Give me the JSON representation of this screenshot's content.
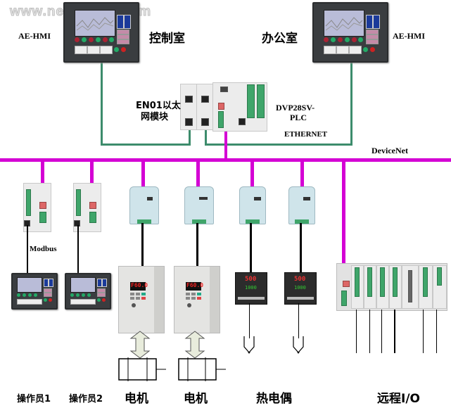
{
  "watermark": "www.newmaker.com",
  "top": {
    "left_hmi_label": "AE-HMI",
    "left_room_label": "控制室",
    "right_room_label": "办公室",
    "right_hmi_label": "AE-HMI"
  },
  "plc": {
    "ethernet_module_label_line1": "EN01以太",
    "ethernet_module_label_line2": "网模块",
    "plc_label_line1": "DVP28SV-",
    "plc_label_line2": "PLC",
    "ethernet_label": "ETHERNET"
  },
  "bus": {
    "devicenet_label": "DeviceNet",
    "modbus_label": "Modbus"
  },
  "devices": {
    "drive_display": "F60.0",
    "temp_controller_pv": "500",
    "temp_controller_sv": "1000"
  },
  "bottom_labels": {
    "operator1": "操作员1",
    "operator2": "操作员2",
    "motor1": "电机",
    "motor2": "电机",
    "thermocouple": "热电偶",
    "remote_io": "远程I/O"
  },
  "colors": {
    "devicenet_line": "#d400d4",
    "ethernet_line": "#3d8c6c",
    "serial_line": "#000000"
  }
}
